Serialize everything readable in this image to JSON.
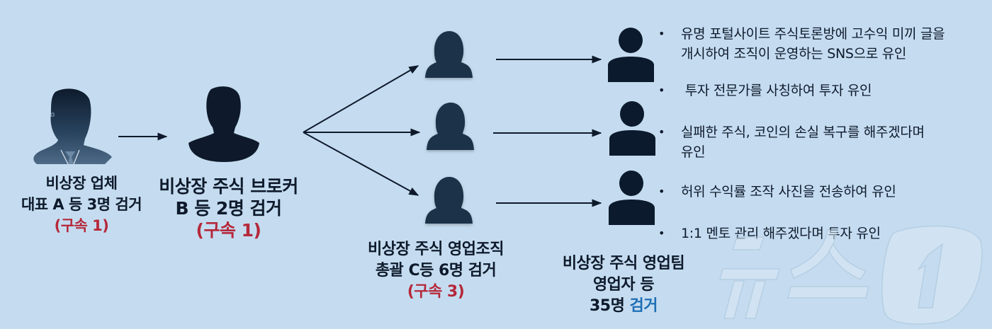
{
  "colors": {
    "background": "#c5dcf0",
    "figure_dark": "#0e1a2b",
    "figure_hood": "#1e3148",
    "arrest_red": "#b5283a",
    "arrest_blue": "#1f6fb5",
    "text": "#0e1a2b"
  },
  "nodes": {
    "a": {
      "icon": "businessman-silhouette-icon",
      "line1": "비상장 업체",
      "line2": "대표 A 등 3명 검거",
      "detention": "(구속 1)"
    },
    "b": {
      "icon": "person-silhouette-icon",
      "line1": "비상장 주식 브로커",
      "line2": "B 등 2명 검거",
      "detention": "(구속 1)"
    },
    "c": {
      "icon": "hooded-person-icon",
      "count": 3,
      "line1": "비상장 주식 영업조직",
      "line2": "총괄 C등 6명 검거",
      "detention": "(구속 3)"
    },
    "d": {
      "icon": "user-icon",
      "count": 3,
      "line1": "비상장 주식 영업팀",
      "line2": "영업자 등",
      "line3_prefix": "35명 ",
      "line3_highlight": "검거"
    }
  },
  "methods": [
    {
      "line1": "유명 포털사이트 주식토론방에 고수익 미끼 글을",
      "line2": "개시하여 조직이 운영하는 SNS으로 유인"
    },
    {
      "line1": " 투자 전문가를 사칭하여 투자 유인",
      "line2": ""
    },
    {
      "line1": "실패한 주식, 코인의 손실 복구를 해주겠다며",
      "line2": "유인"
    },
    {
      "line1": "허위 수익률 조작 사진을 전송하여 유인",
      "line2": ""
    },
    {
      "line1": "1:1 멘토 관리 해주겠다며 투자 유인",
      "line2": ""
    }
  ],
  "bullet_char": "•",
  "watermark": {
    "text": "뉴스1",
    "icon": "news1-logo-icon"
  }
}
